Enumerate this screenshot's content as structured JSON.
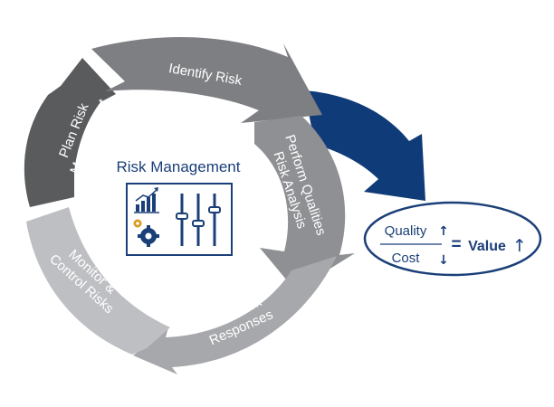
{
  "center": {
    "title": "Risk Management",
    "icons": [
      "bar-chart-trend-icon",
      "gears-icon",
      "sliders-icon"
    ]
  },
  "cycle": {
    "plan": [
      "Plan Risk",
      "Management"
    ],
    "identify": [
      "Identify Risk"
    ],
    "perform": [
      "Perform Qualities",
      "Risk Analysis"
    ],
    "responses": [
      "Plan Risk",
      "Responses"
    ],
    "monitor": [
      "Monitor &",
      "Control Risks"
    ]
  },
  "formula": {
    "quality": "Quality",
    "cost": "Cost",
    "equals": "=",
    "value": "Value",
    "up_arrow": "↑",
    "down_arrow": "↓"
  },
  "colors": {
    "plan": "#595b5d",
    "identify": "#7d7f82",
    "perform": "#8e9093",
    "responses": "#a6a8ab",
    "monitor": "#bdbfc2",
    "accent": "#0f3b78",
    "ellipse": "#1b3f78",
    "text": "#1b3f78"
  }
}
